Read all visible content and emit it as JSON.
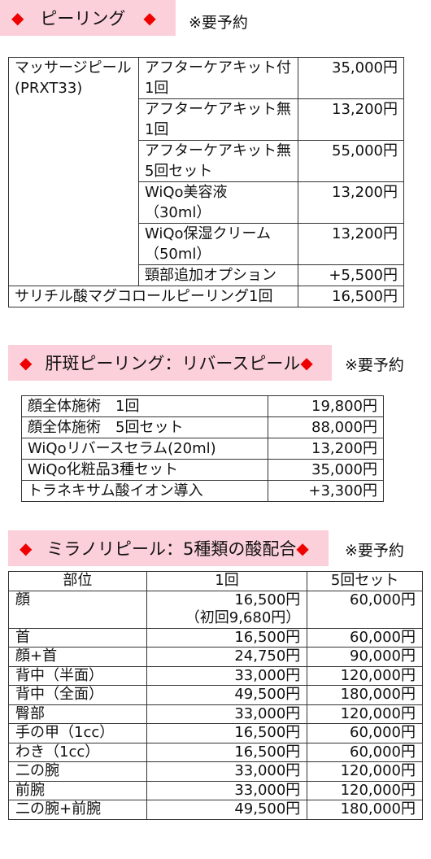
{
  "section1": {
    "title_left": "◆",
    "title": "ピーリング",
    "title_right": "◆",
    "note": "※要予約",
    "rows": [
      {
        "name": "マッサージピール",
        "name2": "(PRXT33)",
        "option": "アフターケアキット付",
        "option2": "1回",
        "price": "35,000円"
      },
      {
        "option": "アフターケアキット無",
        "option2": "1回",
        "price": "13,200円"
      },
      {
        "option": "アフターケアキット無",
        "option2": "5回セット",
        "price": "55,000円"
      },
      {
        "option": "WiQo美容液",
        "option2": "（30ml）",
        "price": "13,200円"
      },
      {
        "option": "WiQo保湿クリーム",
        "option2": "（50ml）",
        "price": "13,200円"
      },
      {
        "option": "頸部追加オプション",
        "price": "+5,500円"
      }
    ],
    "last_row": {
      "name": "サリチル酸マグコロールピーリング1回",
      "price": "16,500円"
    }
  },
  "section2": {
    "title_left": "◆",
    "title": "肝斑ピーリング：リバースピール",
    "title_right": "◆",
    "note": "※要予約",
    "rows": [
      {
        "name": "顔全体施術　1回",
        "price": "19,800円"
      },
      {
        "name": "顔全体施術　5回セット",
        "price": "88,000円"
      },
      {
        "name": "WiQoリバースセラム(20ml)",
        "price": "13,200円"
      },
      {
        "name": "WiQo化粧品3種セット",
        "price": "35,000円"
      },
      {
        "name": "トラネキサム酸イオン導入",
        "price": "+3,300円"
      }
    ]
  },
  "section3": {
    "title_left": "◆",
    "title": "ミラノリピール：5種類の酸配合",
    "title_right": "◆",
    "note": "※要予約",
    "headers": [
      "部位",
      "1回",
      "5回セット"
    ],
    "rows": [
      {
        "part": "顔",
        "once": "16,500円",
        "once_sub": "（初回9,680円）",
        "set": "60,000円"
      },
      {
        "part": "首",
        "once": "16,500円",
        "set": "60,000円"
      },
      {
        "part": "顔+首",
        "once": "24,750円",
        "set": "90,000円"
      },
      {
        "part": "背中（半面）",
        "once": "33,000円",
        "set": "120,000円"
      },
      {
        "part": "背中（全面）",
        "once": "49,500円",
        "set": "180,000円"
      },
      {
        "part": "臀部",
        "once": "33,000円",
        "set": "120,000円"
      },
      {
        "part": "手の甲（1cc）",
        "once": "16,500円",
        "set": "60,000円"
      },
      {
        "part": "わき（1cc）",
        "once": "16,500円",
        "set": "60,000円"
      },
      {
        "part": "二の腕",
        "once": "33,000円",
        "set": "120,000円"
      },
      {
        "part": "前腕",
        "once": "33,000円",
        "set": "120,000円"
      },
      {
        "part": "二の腕+前腕",
        "once": "49,500円",
        "set": "180,000円"
      }
    ]
  }
}
